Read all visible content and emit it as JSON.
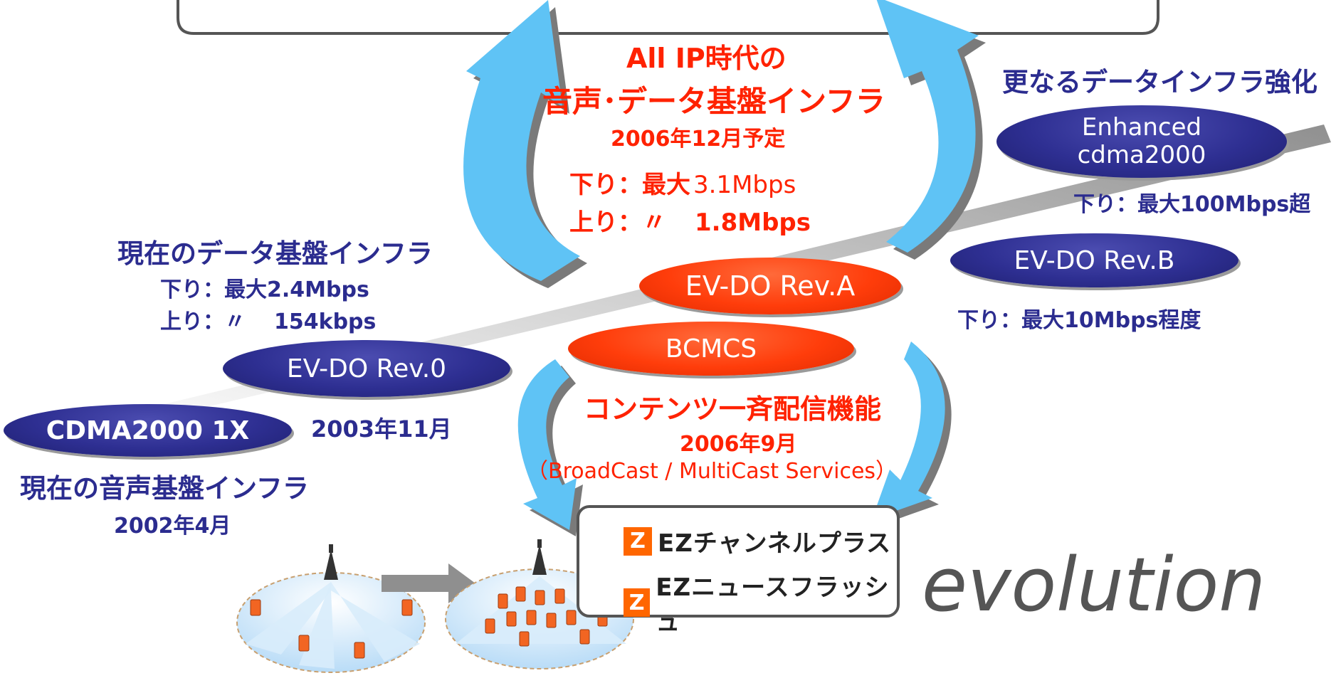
{
  "center": {
    "title_line1": "All IP時代の",
    "title_line2": "音声･データ基盤インフラ",
    "date": "2006年12月予定",
    "down_prefix": "下り：最大",
    "down_value": "3.1Mbps",
    "up_prefix": "上り：〃",
    "up_value": "1.8Mbps"
  },
  "right": {
    "heading": "更なるデータインフラ強化",
    "enhanced_pill_line1": "Enhanced",
    "enhanced_pill_line2": "cdma2000",
    "enhanced_rate_prefix": "下り：最大",
    "enhanced_rate_value": "100Mbps超",
    "revb_pill": "EV-DO Rev.B",
    "revb_rate_prefix": "下り：最大",
    "revb_rate_value": "10Mbps程度"
  },
  "left": {
    "data_heading": "現在のデータ基盤インフラ",
    "data_down_prefix": "下り：最大",
    "data_down_value": "2.4Mbps",
    "data_up_prefix": "上り：〃",
    "data_up_value": "154kbps",
    "rev0_pill": "EV-DO Rev.0",
    "rev0_date": "2003年11月",
    "cdma_pill": "CDMA2000 1X",
    "voice_heading": "現在の音声基盤インフラ",
    "voice_date": "2002年4月"
  },
  "middle": {
    "reva_pill": "EV-DO Rev.A",
    "bcmcs_pill": "BCMCS",
    "bcmcs_heading": "コンテンツ一斉配信機能",
    "bcmcs_date": "2006年9月",
    "bcmcs_note": "（BroadCast / MultiCast Services）"
  },
  "services": {
    "item1": "EZチャンネルプラス",
    "item2": "EZニュースフラッシュ",
    "logo_letter": "Z"
  },
  "tagline": "evolution",
  "colors": {
    "navy": "#2b2c8f",
    "red": "#ff2200",
    "arrow_blue": "#5fc3f5",
    "phone_orange": "#f26522"
  }
}
